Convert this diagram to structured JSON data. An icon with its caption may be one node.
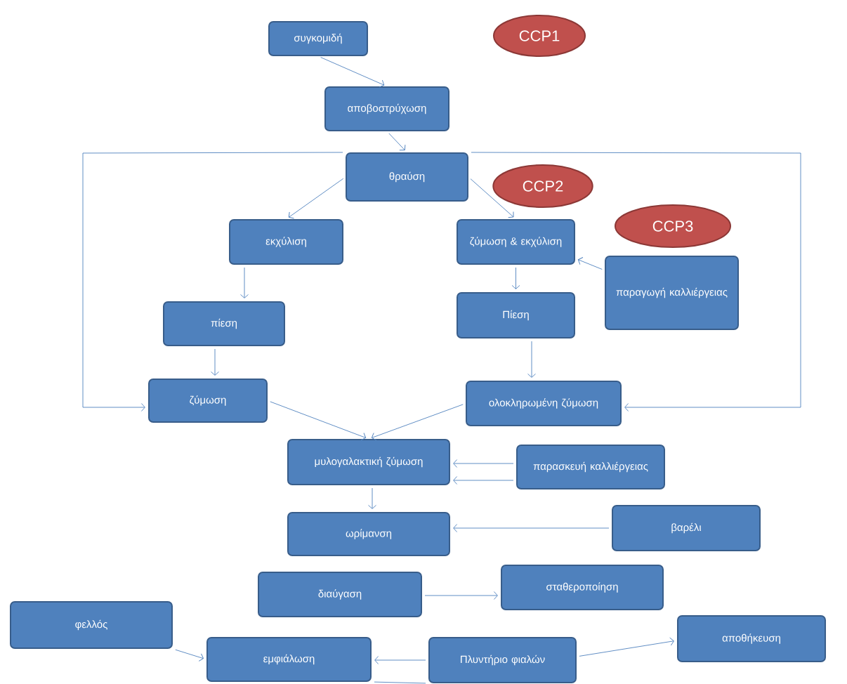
{
  "diagram": {
    "nodes": [
      {
        "text": [
          "CCP1"
        ]
      },
      {
        "text": [
          "συγκομιδή"
        ]
      },
      {
        "text": [
          "αποβοστρύχωση"
        ]
      },
      {
        "text": [
          "θραύση"
        ]
      },
      {
        "text": [
          "CCP2"
        ]
      },
      {
        "text": [
          "εκχύλιση"
        ]
      },
      {
        "text": [
          "ζύμωση & εκχύλιση"
        ]
      },
      {
        "text": [
          "CCP3"
        ]
      },
      {
        "text": [
          "παραγωγή καλλιέργειας"
        ]
      },
      {
        "text": [
          "πίεση"
        ]
      },
      {
        "text": [
          "Πίεση"
        ]
      },
      {
        "text": [
          "ζύμωση"
        ]
      },
      {
        "text": [
          "ολοκληρωμένη ζύμωση"
        ]
      },
      {
        "text": [
          "μυλογαλακτική ζύμωση"
        ]
      },
      {
        "text": [
          "παρασκευή καλλιέργειας"
        ]
      },
      {
        "text": [
          "ωρίμανση"
        ]
      },
      {
        "text": [
          "βαρέλι"
        ]
      },
      {
        "text": [
          "διαύγαση"
        ]
      },
      {
        "text": [
          "σταθεροποίηση"
        ]
      },
      {
        "text": [
          "φελλός"
        ]
      },
      {
        "text": [
          "εμφιάλωση"
        ]
      },
      {
        "text": [
          "Πλυντήριο φιαλών"
        ]
      },
      {
        "text": [
          "αποθήκευση"
        ]
      }
    ],
    "edges": [
      {
        "from": 1,
        "to": 2,
        "arrow": "to"
      },
      {
        "from": 2,
        "to": 3,
        "arrow": "to"
      },
      {
        "from": 3,
        "to": 5,
        "arrow": "to"
      },
      {
        "from": 3,
        "to": 6,
        "arrow": "to"
      },
      {
        "from": 5,
        "to": 9,
        "arrow": "to"
      },
      {
        "from": 9,
        "to": 11,
        "arrow": "to"
      },
      {
        "from": 6,
        "to": 10,
        "arrow": "to"
      },
      {
        "from": 10,
        "to": 12,
        "arrow": "to"
      },
      {
        "from": 8,
        "to": 6,
        "arrow": "to"
      },
      {
        "from": 3,
        "to": 11,
        "arrow": "to"
      },
      {
        "from": 3,
        "to": 12,
        "arrow": "to"
      },
      {
        "from": 11,
        "to": 13,
        "arrow": "to"
      },
      {
        "from": 12,
        "to": 13,
        "arrow": "to"
      },
      {
        "from": 14,
        "to": 13,
        "arrow": "to"
      },
      {
        "from": 14,
        "to": 13,
        "arrow": "to"
      },
      {
        "from": 13,
        "to": 15,
        "arrow": "to"
      },
      {
        "from": 16,
        "to": 15,
        "arrow": "to"
      },
      {
        "from": 17,
        "to": 18,
        "arrow": "to"
      },
      {
        "from": 19,
        "to": 20,
        "arrow": "to"
      },
      {
        "from": 21,
        "to": 20,
        "arrow": "to"
      },
      {
        "from": 21,
        "to": 22,
        "arrow": "to"
      },
      {
        "from": 21,
        "to": 20,
        "arrow": "none"
      }
    ]
  }
}
